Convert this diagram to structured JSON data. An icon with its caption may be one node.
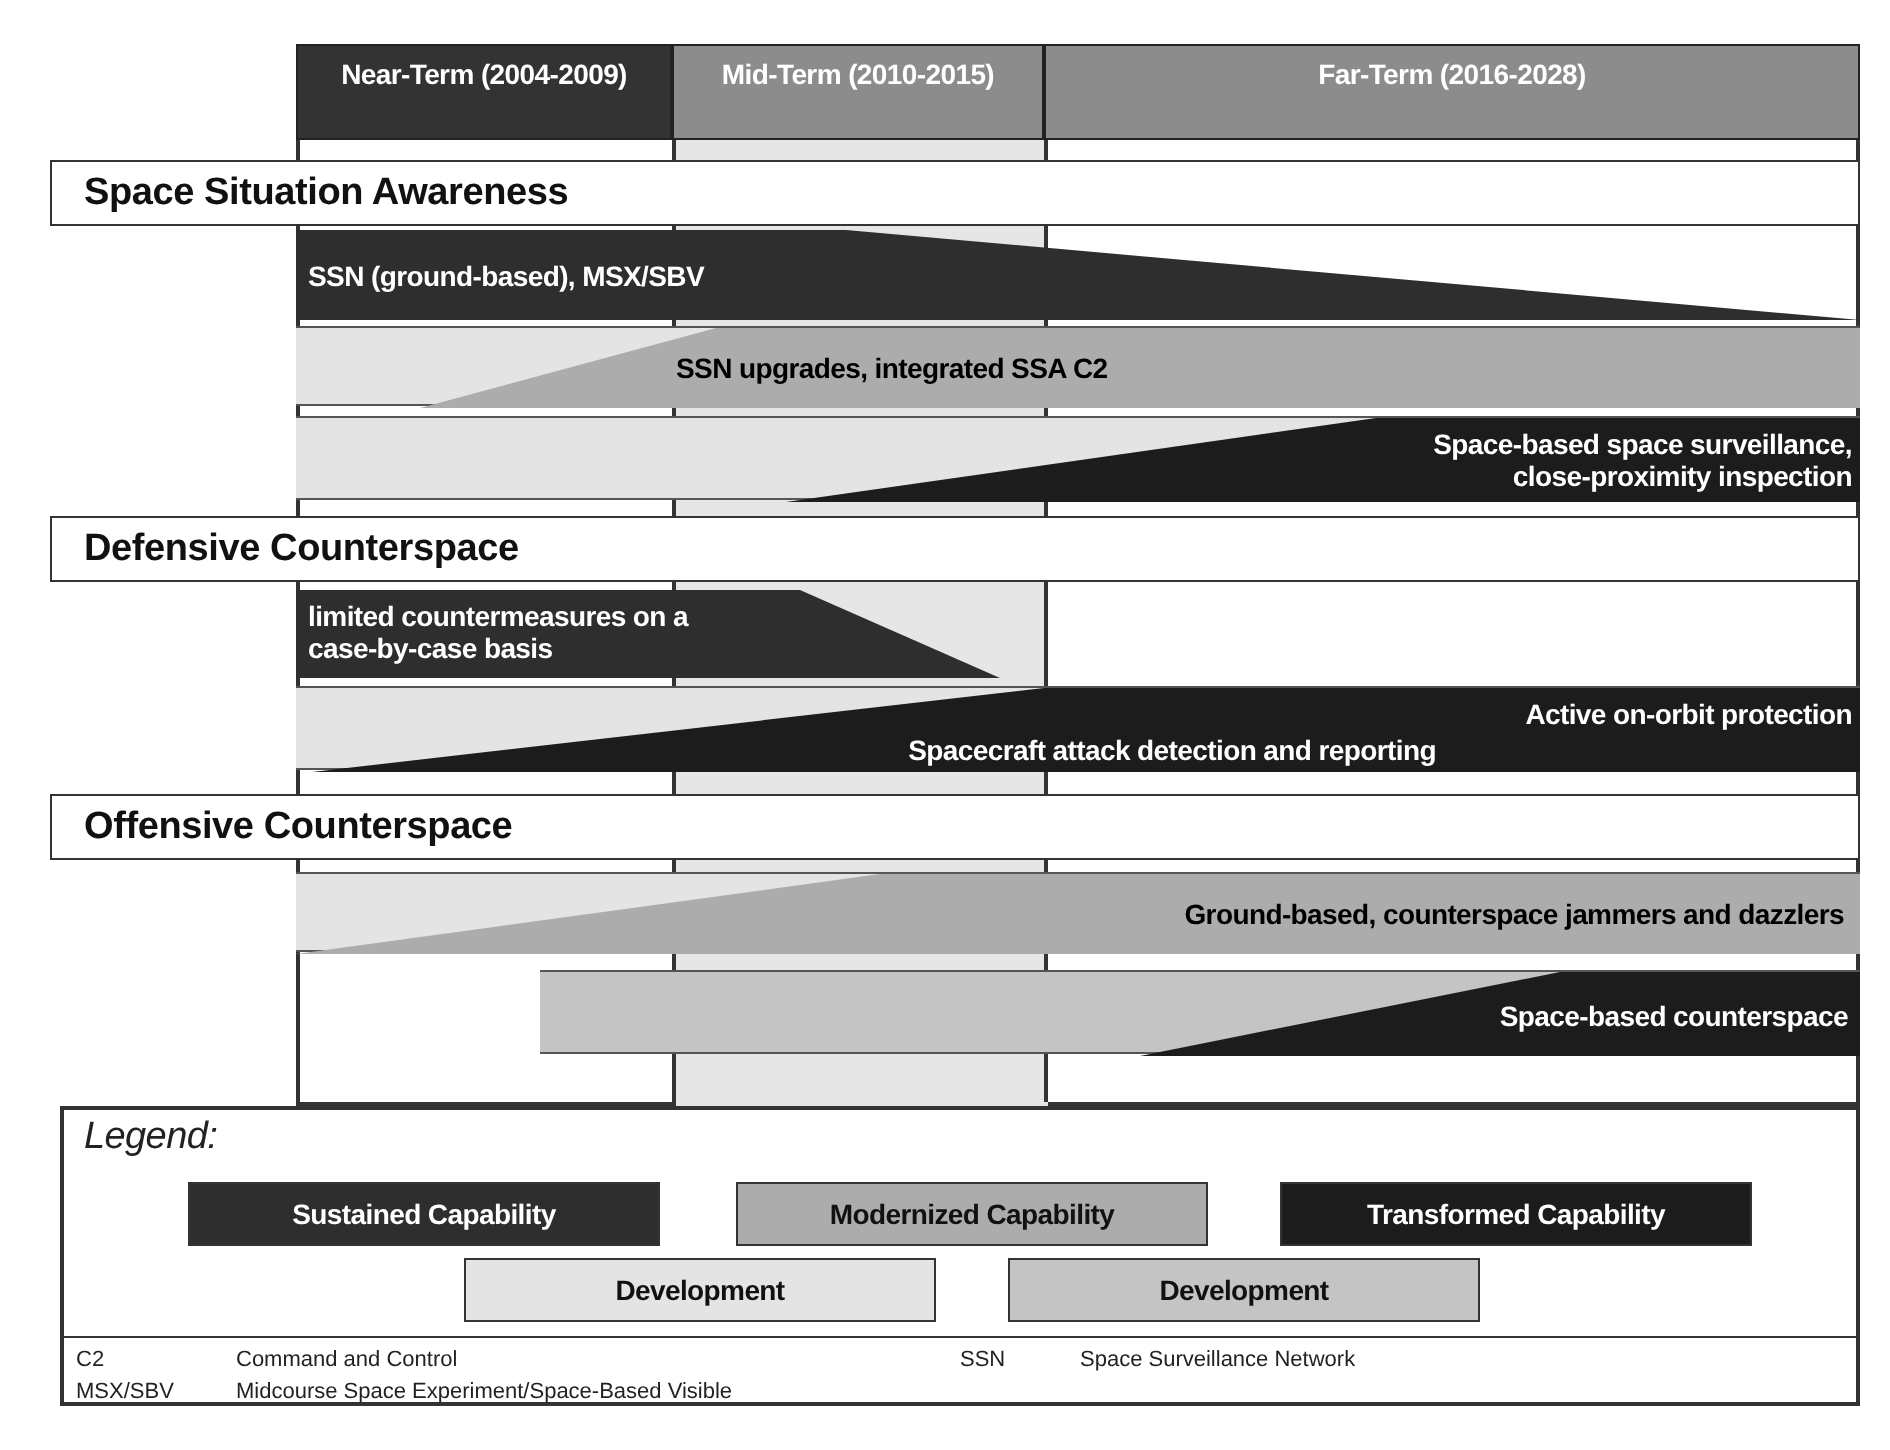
{
  "diagram": {
    "nodes": [
      {
        "text": [
          "Near-Term (2004-2009)"
        ]
      },
      {
        "text": [
          "Mid-Term (2010-2015)"
        ]
      },
      {
        "text": [
          "Far-Term (2016-2028)"
        ]
      },
      {
        "text": [
          "Space Situation Awareness"
        ]
      },
      {
        "text": [
          "SSN (ground-based), MSX/SBV"
        ]
      },
      {
        "text": [
          "SSN upgrades, integrated SSA C2"
        ]
      },
      {
        "text": [
          "Space-based space surveillance, close-proximity inspection"
        ]
      },
      {
        "text": [
          "Defensive Counterspace"
        ]
      },
      {
        "text": [
          "limited countermeasures on a case-by-case basis"
        ]
      },
      {
        "text": [
          "Active on-orbit protection",
          "Spacecraft attack detection and reporting"
        ]
      },
      {
        "text": [
          "Offensive Counterspace"
        ]
      },
      {
        "text": [
          "Ground-based, counterspace jammers and dazzlers"
        ]
      },
      {
        "text": [
          "Space-based counterspace"
        ]
      }
    ],
    "edges": [],
    "labels": [
      "Legend:",
      "C2",
      "Command and Control",
      "SSN",
      "Space Surveillance Network",
      "MSX/SBV",
      "Midcourse Space Experiment/Space-Based Visible"
    ],
    "legend": [
      {
        "text": "Sustained Capability",
        "color": "#2e2e2e"
      },
      {
        "text": "Modernized Capability",
        "color": "#acacac"
      },
      {
        "text": "Transformed Capability",
        "color": "#1c1c1c"
      },
      {
        "text": "Development",
        "color": "#e4e4e4"
      },
      {
        "text": "Development",
        "color": "#c4c4c4"
      }
    ]
  }
}
